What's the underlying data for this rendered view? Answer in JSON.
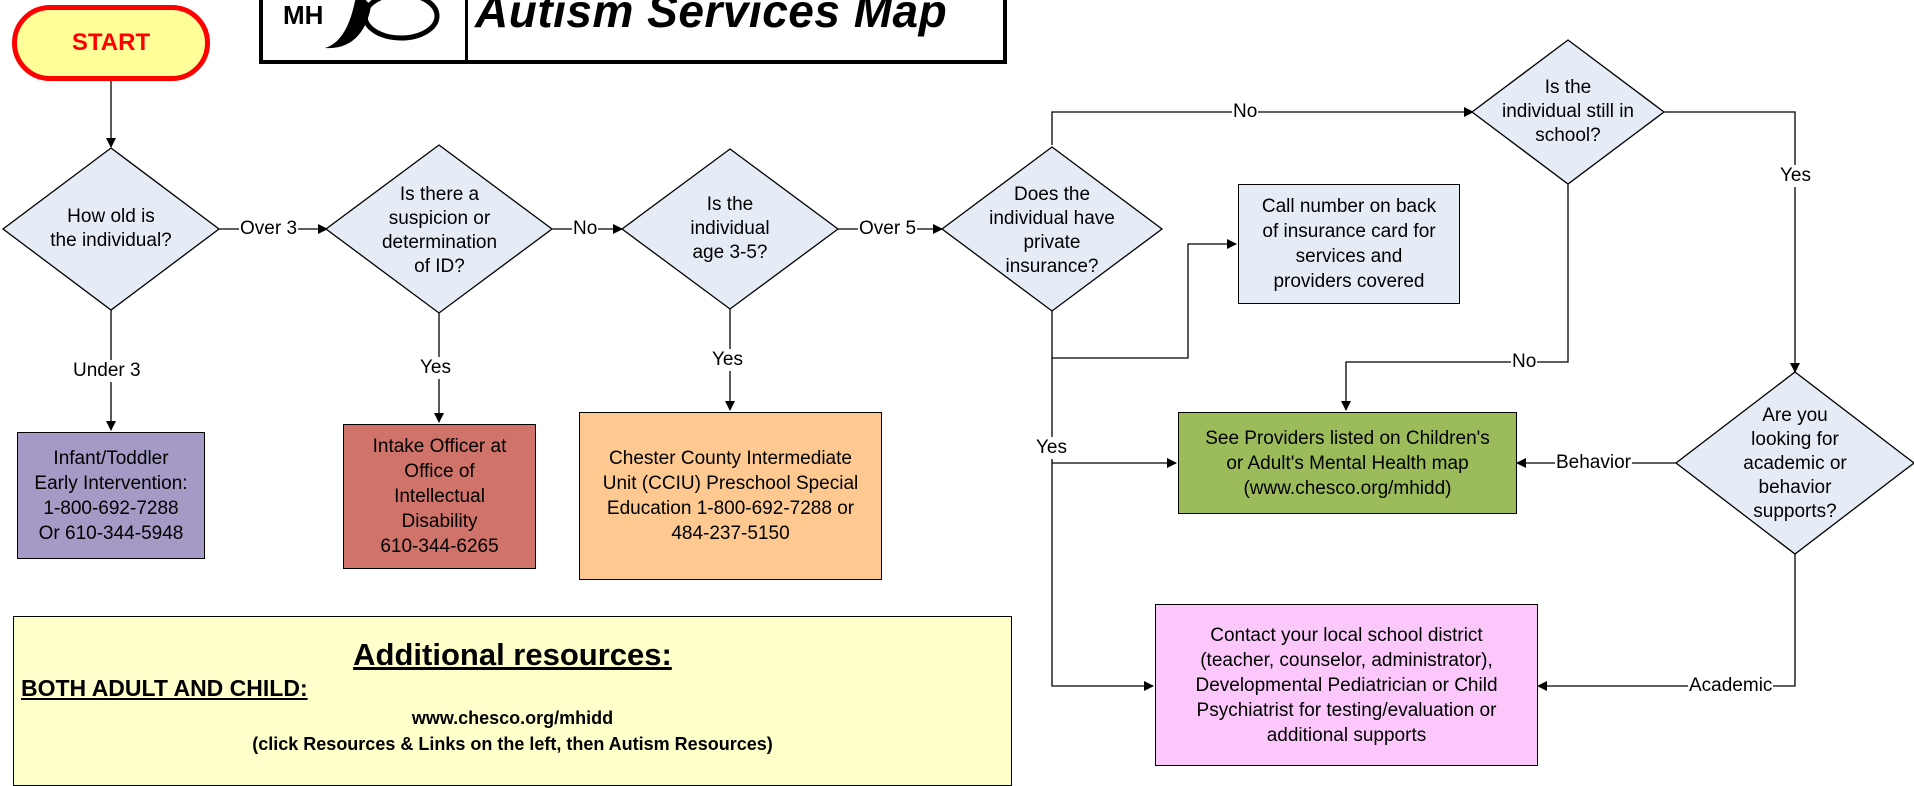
{
  "title": {
    "logo_text": "MH",
    "text": "Autism Services Map"
  },
  "start": {
    "label": "START"
  },
  "decisions": {
    "how_old": "How old is\nthe individual?",
    "suspicion_id": "Is there a\nsuspicion or\ndetermination\nof ID?",
    "age_3_5": "Is the\nindividual\nage 3-5?",
    "private_insurance": "Does the\nindividual have\nprivate\ninsurance?",
    "still_in_school": "Is the\nindividual still in\nschool?",
    "academic_behavior": "Are you\nlooking for\nacademic or\nbehavior\nsupports?"
  },
  "boxes": {
    "infant_toddler": "Infant/Toddler\nEarly Intervention:\n1-800-692-7288\nOr 610-344-5948",
    "intake_officer": "Intake Officer at\nOffice of\nIntellectual\nDisability\n610-344-6265",
    "cciu": "Chester County Intermediate\nUnit (CCIU) Preschool Special\nEducation 1-800-692-7288 or\n484-237-5150",
    "insurance_card": "Call number on back\nof insurance card for\nservices and\nproviders covered",
    "providers": "See Providers listed on Children's\nor Adult's Mental Health map\n(www.chesco.org/mhidd)",
    "school_district": "Contact your local school district\n(teacher, counselor, administrator),\nDevelopmental Pediatrician or Child\nPsychiatrist for testing/evaluation or\nadditional supports"
  },
  "edges": {
    "over3": "Over 3",
    "under3": "Under 3",
    "no_id": "No",
    "yes_id": "Yes",
    "over5": "Over 5",
    "yes_age": "Yes",
    "no_insurance": "No",
    "yes_insurance": "Yes",
    "yes_school": "Yes",
    "no_school": "No",
    "behavior": "Behavior",
    "academic": "Academic"
  },
  "resources": {
    "heading": "Additional resources:",
    "subheading": "BOTH ADULT AND CHILD:",
    "url": "www.chesco.org/mhidd",
    "note": "(click Resources & Links on the left, then Autism Resources)"
  },
  "colors": {
    "decision_fill": "#e5ecf6",
    "infant_fill": "#a599c6",
    "intake_fill": "#d0736b",
    "cciu_fill": "#fdc991",
    "insurance_fill": "#e5ecf6",
    "providers_fill": "#9cbb5a",
    "school_fill": "#fcc8fc",
    "start_fill": "#ffff99",
    "start_border": "#ff0000",
    "resources_fill": "#ffffcc"
  }
}
